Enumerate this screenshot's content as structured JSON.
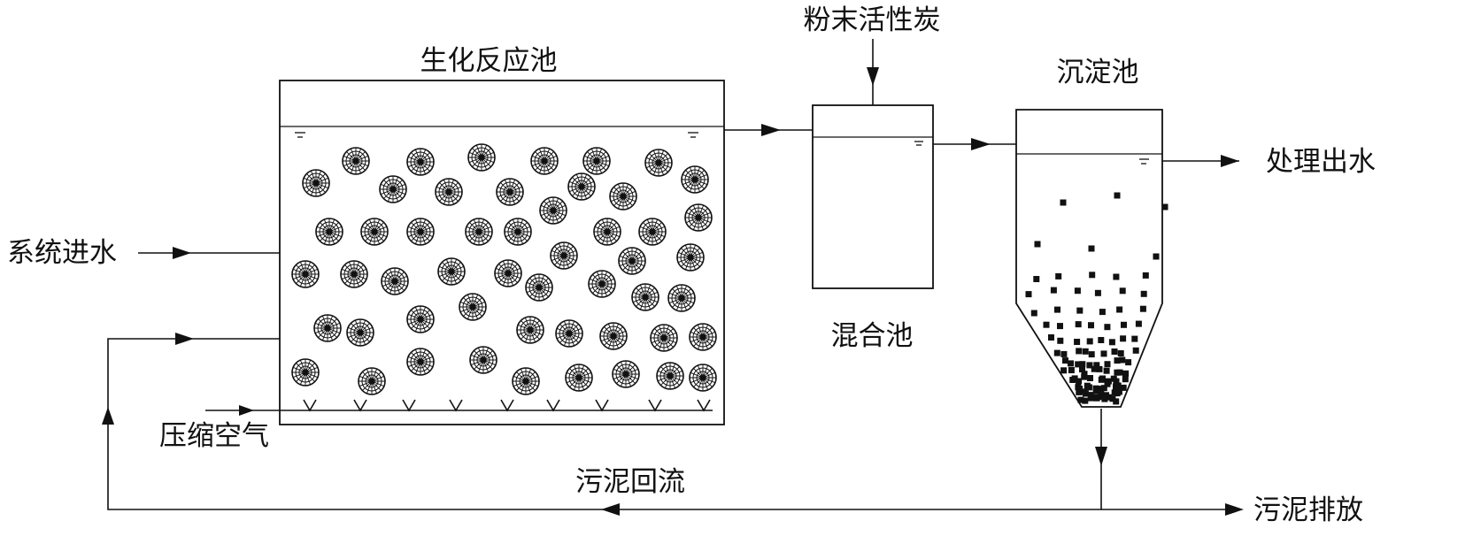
{
  "labels": {
    "bioreactor": "生化反应池",
    "carbon": "粉末活性炭",
    "sedimentation": "沉淀池",
    "mixing": "混合池",
    "inflow": "系统进水",
    "air": "压缩空气",
    "effluent": "处理出水",
    "return_sludge": "污泥回流",
    "sludge_discharge": "污泥排放"
  }
}
